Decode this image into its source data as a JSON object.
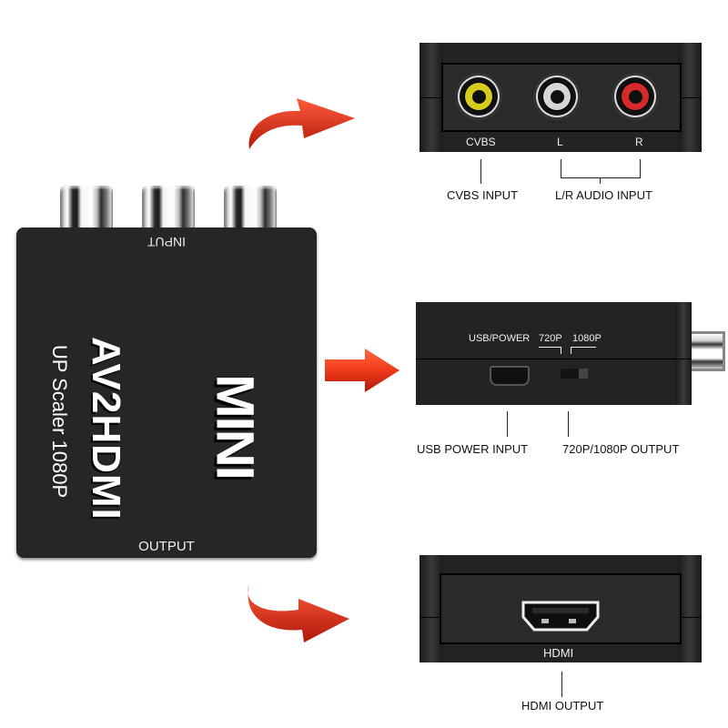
{
  "device": {
    "input_label": "INPUT",
    "output_label": "OUTPUT",
    "brand_title": "AV2HDMI",
    "subtitle": "UP Scaler 1080P",
    "model": "MINI",
    "body_color": "#262626"
  },
  "arrows": {
    "color": "#e0301a",
    "items": [
      {
        "name": "curved-arrow-up",
        "target": "top panel"
      },
      {
        "name": "straight-arrow",
        "target": "middle panel"
      },
      {
        "name": "curved-arrow-down",
        "target": "bottom panel"
      }
    ]
  },
  "top_panel": {
    "ports": [
      {
        "label": "CVBS",
        "color": "#d8cc1a"
      },
      {
        "label": "L",
        "color": "#d6d6d6"
      },
      {
        "label": "R",
        "color": "#d62a2a"
      }
    ],
    "captions": {
      "cvbs": "CVBS INPUT",
      "audio": "L/R AUDIO INPUT"
    }
  },
  "middle_panel": {
    "usb_label": "USB/POWER",
    "switch_labels": {
      "left": "720P",
      "right": "1080P"
    },
    "captions": {
      "usb": "USB POWER INPUT",
      "switch": "720P/1080P OUTPUT"
    }
  },
  "bottom_panel": {
    "port_label": "HDMI",
    "caption": "HDMI OUTPUT"
  }
}
